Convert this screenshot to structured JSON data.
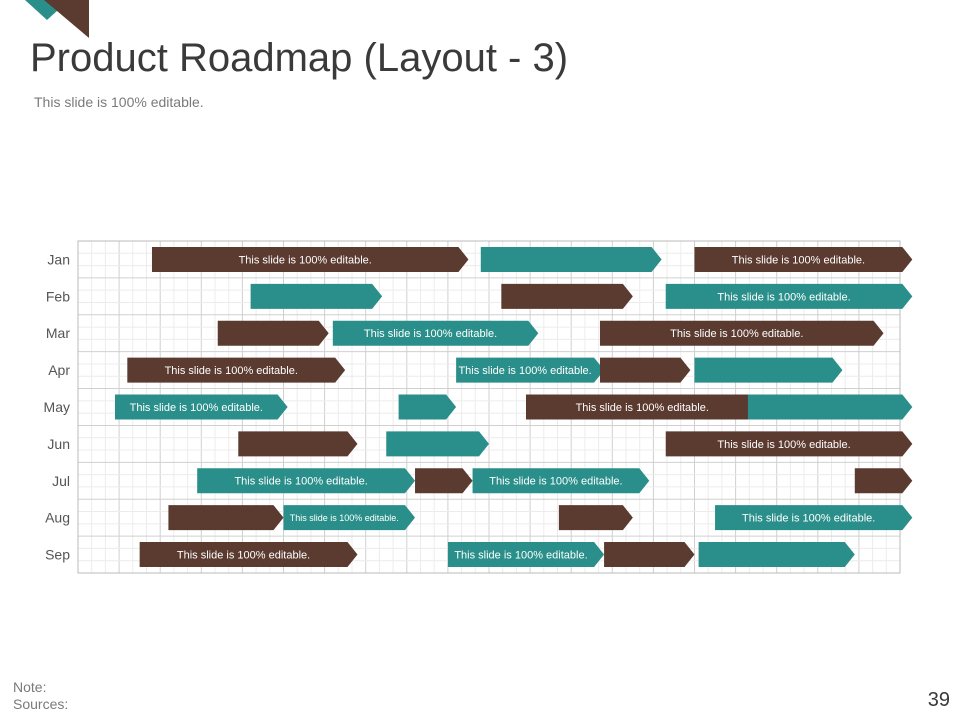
{
  "slide": {
    "title": "Product Roadmap (Layout - 3)",
    "subtitle": "This slide is 100% editable.",
    "note_label": "Note:",
    "sources_label": "Sources:",
    "page_number": "39"
  },
  "colors": {
    "brown": "#5b3a30",
    "teal": "#2a8f8a",
    "grid_line": "#dddddd",
    "grid_border": "#bbbbbb"
  },
  "chart_data": {
    "type": "gantt",
    "months": [
      "Jan",
      "Feb",
      "Mar",
      "Apr",
      "May",
      "Jun",
      "Jul",
      "Aug",
      "Sep"
    ],
    "bars": [
      {
        "row": 0,
        "start": 1.8,
        "end": 9.5,
        "color": "brown",
        "label": "This slide is 100% editable."
      },
      {
        "row": 0,
        "start": 9.8,
        "end": 14.2,
        "color": "teal",
        "label": ""
      },
      {
        "row": 0,
        "start": 15.0,
        "end": 20.3,
        "color": "brown",
        "label": "This slide is 100% editable."
      },
      {
        "row": 1,
        "start": 4.2,
        "end": 7.4,
        "color": "teal",
        "label": ""
      },
      {
        "row": 1,
        "start": 10.3,
        "end": 13.5,
        "color": "brown",
        "label": ""
      },
      {
        "row": 1,
        "start": 14.3,
        "end": 20.3,
        "color": "teal",
        "label": "This slide is 100% editable."
      },
      {
        "row": 2,
        "start": 3.4,
        "end": 6.1,
        "color": "brown",
        "label": ""
      },
      {
        "row": 2,
        "start": 6.2,
        "end": 11.2,
        "color": "teal",
        "label": "This slide is 100% editable."
      },
      {
        "row": 2,
        "start": 12.7,
        "end": 19.6,
        "color": "brown",
        "label": "This slide is 100% editable."
      },
      {
        "row": 3,
        "start": 1.2,
        "end": 6.5,
        "color": "brown",
        "label": "This slide is 100% editable."
      },
      {
        "row": 3,
        "start": 9.2,
        "end": 12.8,
        "color": "teal",
        "label": "This slide is 100% editable."
      },
      {
        "row": 3,
        "start": 12.7,
        "end": 14.9,
        "color": "brown",
        "label": ""
      },
      {
        "row": 3,
        "start": 15.0,
        "end": 18.6,
        "color": "teal",
        "label": ""
      },
      {
        "row": 4,
        "start": 0.9,
        "end": 5.1,
        "color": "teal",
        "label": "This slide is 100% editable."
      },
      {
        "row": 4,
        "start": 7.8,
        "end": 9.2,
        "color": "teal",
        "label": ""
      },
      {
        "row": 4,
        "start": 10.9,
        "end": 16.8,
        "color": "brown",
        "label": "This slide is 100% editable."
      },
      {
        "row": 4,
        "start": 16.3,
        "end": 20.3,
        "color": "teal",
        "label": ""
      },
      {
        "row": 5,
        "start": 3.9,
        "end": 6.8,
        "color": "brown",
        "label": ""
      },
      {
        "row": 5,
        "start": 7.5,
        "end": 10.0,
        "color": "teal",
        "label": ""
      },
      {
        "row": 5,
        "start": 14.3,
        "end": 20.3,
        "color": "brown",
        "label": "This slide is 100% editable."
      },
      {
        "row": 6,
        "start": 2.9,
        "end": 8.2,
        "color": "teal",
        "label": "This slide is 100% editable."
      },
      {
        "row": 6,
        "start": 8.2,
        "end": 9.6,
        "color": "brown",
        "label": ""
      },
      {
        "row": 6,
        "start": 9.6,
        "end": 13.9,
        "color": "teal",
        "label": "This slide is 100% editable."
      },
      {
        "row": 6,
        "start": 18.9,
        "end": 20.3,
        "color": "brown",
        "label": ""
      },
      {
        "row": 7,
        "start": 2.2,
        "end": 5.0,
        "color": "brown",
        "label": ""
      },
      {
        "row": 7,
        "start": 5.0,
        "end": 8.2,
        "color": "teal",
        "label": "This slide is 100% editable."
      },
      {
        "row": 7,
        "start": 11.7,
        "end": 13.5,
        "color": "brown",
        "label": ""
      },
      {
        "row": 7,
        "start": 15.5,
        "end": 20.3,
        "color": "teal",
        "label": "This slide is 100% editable."
      },
      {
        "row": 8,
        "start": 1.5,
        "end": 6.8,
        "color": "brown",
        "label": "This slide is 100% editable."
      },
      {
        "row": 8,
        "start": 9.0,
        "end": 12.8,
        "color": "teal",
        "label": "This slide is 100% editable."
      },
      {
        "row": 8,
        "start": 12.8,
        "end": 15.0,
        "color": "brown",
        "label": ""
      },
      {
        "row": 8,
        "start": 15.1,
        "end": 18.9,
        "color": "teal",
        "label": ""
      }
    ]
  }
}
